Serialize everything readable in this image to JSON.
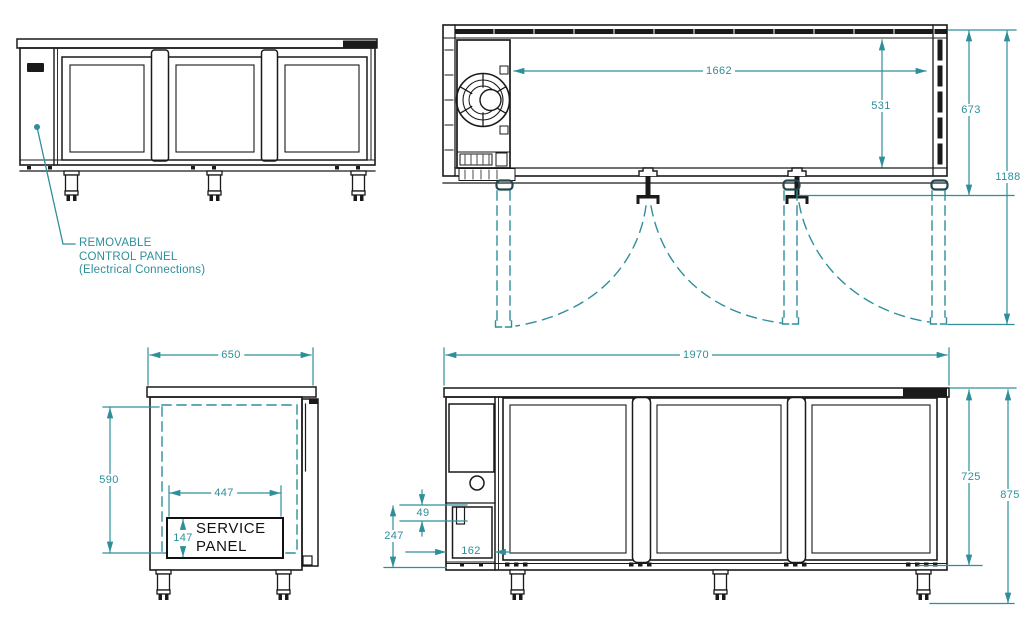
{
  "drawing": {
    "accent_color": "#2E8F9B",
    "line_color": "#1A1A1A",
    "views": {
      "front_elevation": {
        "annotation": [
          "REMOVABLE",
          "CONTROL PANEL",
          "(Electrical Connections)"
        ]
      },
      "plan": {
        "dims": {
          "inner_width": "1662",
          "inner_depth": "531",
          "overall_depth": "673",
          "depth_doors_open": "1188"
        }
      },
      "side": {
        "dims": {
          "depth": "650",
          "interior_height": "590",
          "service_panel_width": "447",
          "service_panel_height": "147"
        },
        "service_panel": [
          "SERVICE",
          "PANEL"
        ]
      },
      "front": {
        "dims": {
          "width": "1970",
          "body_height": "725",
          "overall_height": "875",
          "hinge_gap": "49",
          "lower_section": "247",
          "compartment_width": "162"
        }
      }
    }
  }
}
